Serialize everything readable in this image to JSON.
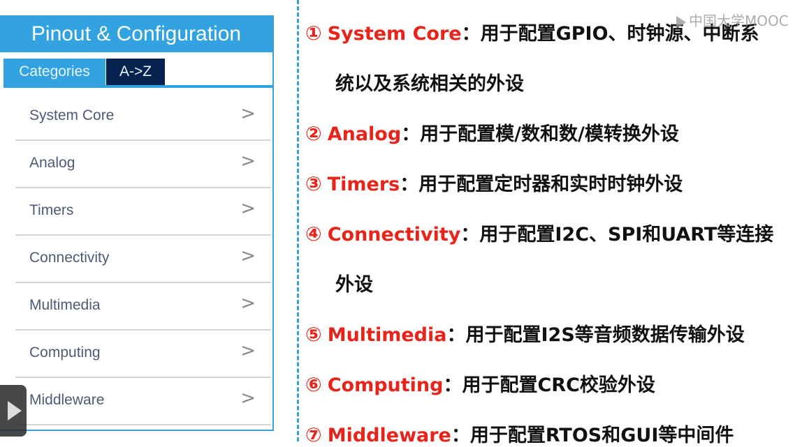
{
  "panel": {
    "title": "Pinout & Configuration",
    "tabs": [
      {
        "label": "Categories",
        "active": true
      },
      {
        "label": "A->Z",
        "active": false
      }
    ],
    "items": [
      {
        "label": "System Core"
      },
      {
        "label": "Analog"
      },
      {
        "label": "Timers"
      },
      {
        "label": "Connectivity"
      },
      {
        "label": "Multimedia"
      },
      {
        "label": "Computing"
      },
      {
        "label": "Middleware"
      }
    ]
  },
  "notes": [
    {
      "num": "①",
      "kw": "System Core",
      "text": "：用于配置GPIO、时钟源、中断系",
      "cont": "统以及系统相关的外设"
    },
    {
      "num": "②",
      "kw": "Analog",
      "text": "：用于配置模/数和数/模转换外设"
    },
    {
      "num": "③",
      "kw": "Timers",
      "text": "：用于配置定时器和实时时钟外设"
    },
    {
      "num": "④",
      "kw": "Connectivity",
      "text": "：用于配置I2C、SPI和UART等连接",
      "cont": "外设"
    },
    {
      "num": "⑤",
      "kw": "Multimedia",
      "text": "：用于配置I2S等音频数据传输外设"
    },
    {
      "num": "⑥",
      "kw": "Computing",
      "text": "：用于配置CRC校验外设"
    },
    {
      "num": "⑦",
      "kw": "Middleware",
      "text": "：用于配置RTOS和GUI等中间件"
    }
  ],
  "watermark": "中国大学MOOC",
  "colors": {
    "accent": "#33a2e0",
    "tab_dark": "#06234f",
    "keyword": "#e8231a"
  }
}
